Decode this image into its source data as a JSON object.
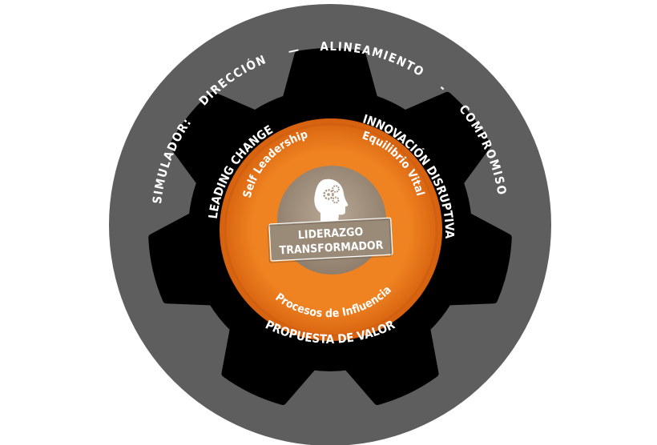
{
  "outer_ring": {
    "simulador": "SIMULADOR:",
    "direccion": "DIRECCIÓN",
    "dash1": "—",
    "alineamiento": "ALINEAMIENTO",
    "dash2": "-",
    "compromiso": "COMPROMISO"
  },
  "gear_ring": {
    "leading_change": "LEADING CHANGE",
    "innovacion": "INNOVACIÓN DISRUPTIVA",
    "propuesta": "PROPUESTA DE VALOR"
  },
  "inner_ring": {
    "self_leadership": "Self Leadership",
    "equilibrio": "Equilibrio Vital",
    "procesos": "Procesos de Influencia"
  },
  "center": {
    "icon": "head-gears-icon",
    "line1": "LIDERAZGO",
    "line2": "TRANSFORMADOR"
  },
  "colors": {
    "outer_disc": "#5e5e5e",
    "gear": "#000000",
    "orange_ring": "#ef7b1a",
    "center_disc": "#a79683",
    "label_plate": "#9c8c7a"
  }
}
